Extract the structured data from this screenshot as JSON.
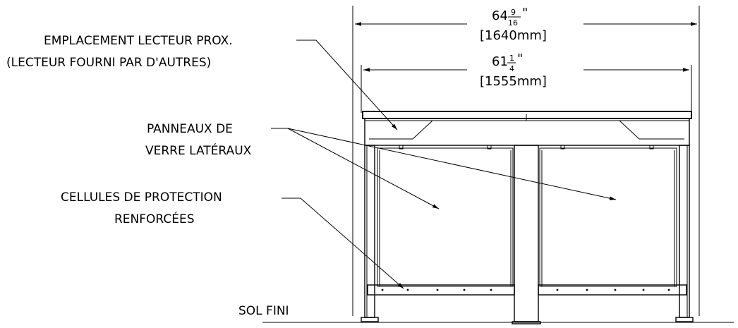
{
  "labels": {
    "emplacement_line1": "EMPLACEMENT LECTEUR PROX.",
    "emplacement_line2": "(LECTEUR FOURNI PAR D'AUTRES)",
    "panneaux_line1": "PANNEAUX DE",
    "panneaux_line2": "VERRE LATÉRAUX",
    "cellules_line1": "CELLULES DE PROTECTION",
    "cellules_line2": "RENFORCÉES",
    "sol": "SOL FINI"
  },
  "dimensions": {
    "overall": {
      "whole": "64",
      "numerator": "9",
      "denominator": "16",
      "inch_mark": "\"",
      "metric": "[1640mm]"
    },
    "inner": {
      "whole": "61",
      "numerator": "1",
      "denominator": "4",
      "inch_mark": "\"",
      "metric": "[1555mm]"
    }
  }
}
